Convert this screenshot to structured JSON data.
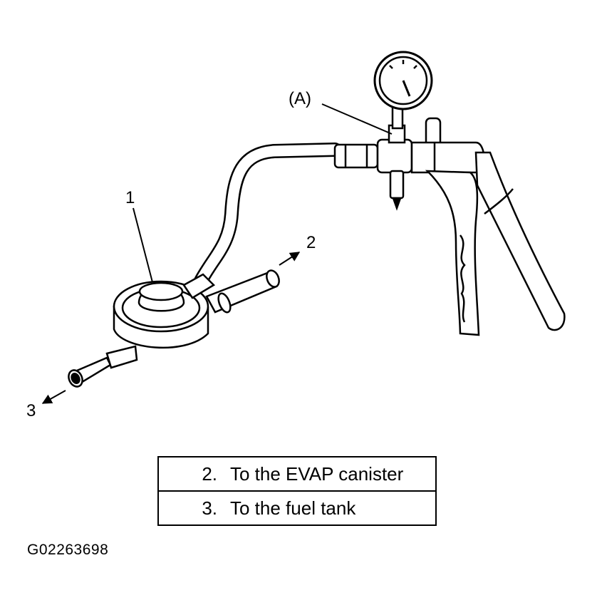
{
  "callouts": {
    "valve": "1",
    "to_canister": "2",
    "to_tank": "3",
    "tool": "(A)"
  },
  "legend": [
    {
      "num": "2.",
      "text": "To the EVAP canister"
    },
    {
      "num": "3.",
      "text": "To the fuel tank"
    }
  ],
  "figure_id": "G02263698"
}
